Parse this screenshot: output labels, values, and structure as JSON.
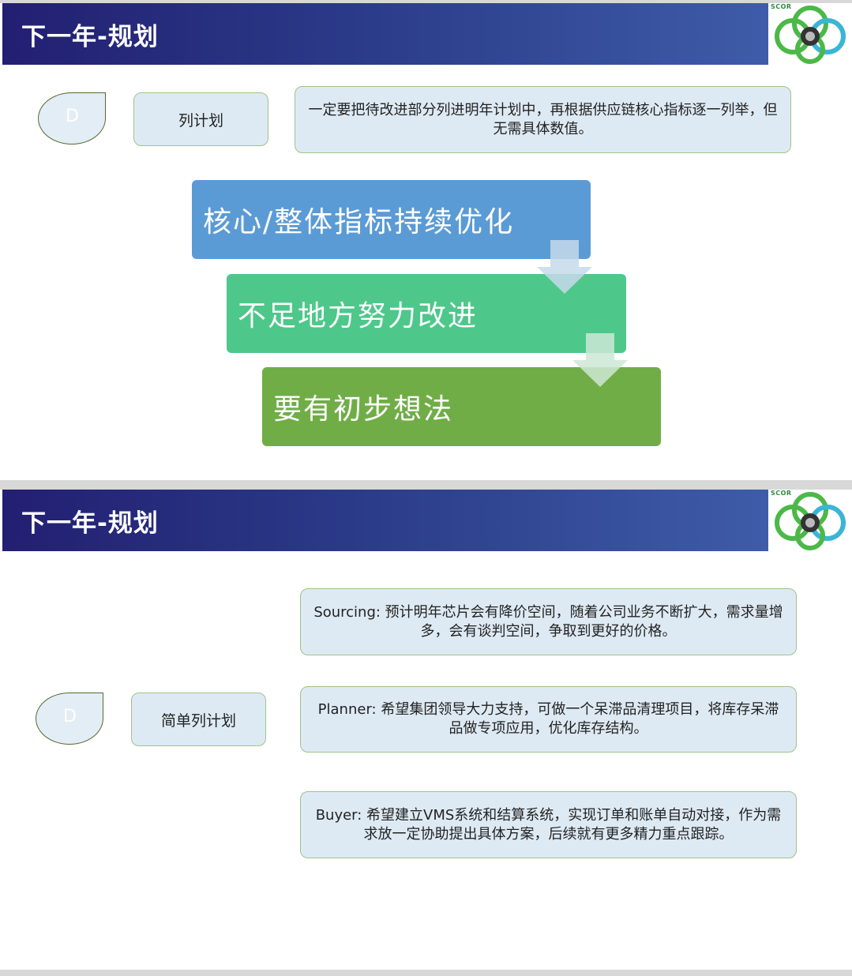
{
  "slides": [
    {
      "title": "下一年-规划",
      "logo_text": "SCOR",
      "badge_letter": "D",
      "label": "列计划",
      "description": "一定要把待改进部分列进明年计划中，再根据供应链核心指标逐一列举，但无需具体数值。",
      "steps": [
        "核心/整体指标持续优化",
        "不足地方努力改进",
        "要有初步想法"
      ]
    },
    {
      "title": "下一年-规划",
      "logo_text": "SCOR",
      "badge_letter": "D",
      "label": "简单列计划",
      "items": [
        "Sourcing: 预计明年芯片会有降价空间，随着公司业务不断扩大，需求量增多，会有谈判空间，争取到更好的价格。",
        "Planner: 希望集团领导大力支持，可做一个呆滞品清理项目，将库存呆滞品做专项应用，优化库存结构。",
        "Buyer: 希望建立VMS系统和结算系统，实现订单和账单自动对接，作为需求放一定协助提出具体方案，后续就有更多精力重点跟踪。"
      ]
    }
  ],
  "colors": {
    "title_bar": "#2a3a88",
    "step1": "#5b9bd5",
    "step2": "#4ec78b",
    "step3": "#70ad47",
    "pill_fill": "#deeaf3",
    "pill_border": "#9cc48b"
  },
  "icons": [
    "scor-logo-icon",
    "down-arrow-icon"
  ]
}
